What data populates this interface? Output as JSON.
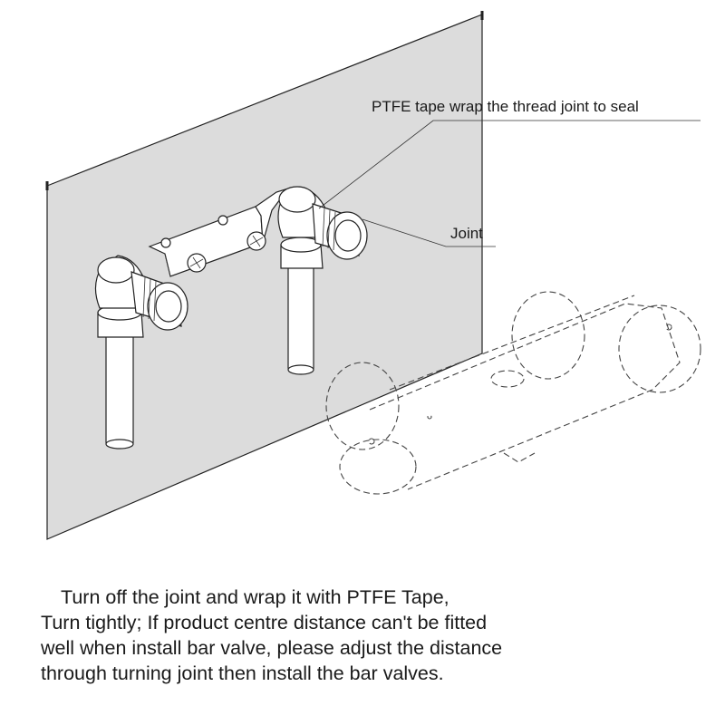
{
  "labels": {
    "ptfe": "PTFE tape wrap the thread joint to seal",
    "joint": "Joint"
  },
  "instructions": [
    "Turn off the joint and wrap it with PTFE Tape,",
    "Turn tightly; If product centre distance can't be fitted",
    "well when install bar valve, please adjust the distance",
    "through turning joint then install the bar valves."
  ],
  "colors": {
    "wall": "#dcdcdc",
    "line": "#222222",
    "background": "#ffffff"
  }
}
